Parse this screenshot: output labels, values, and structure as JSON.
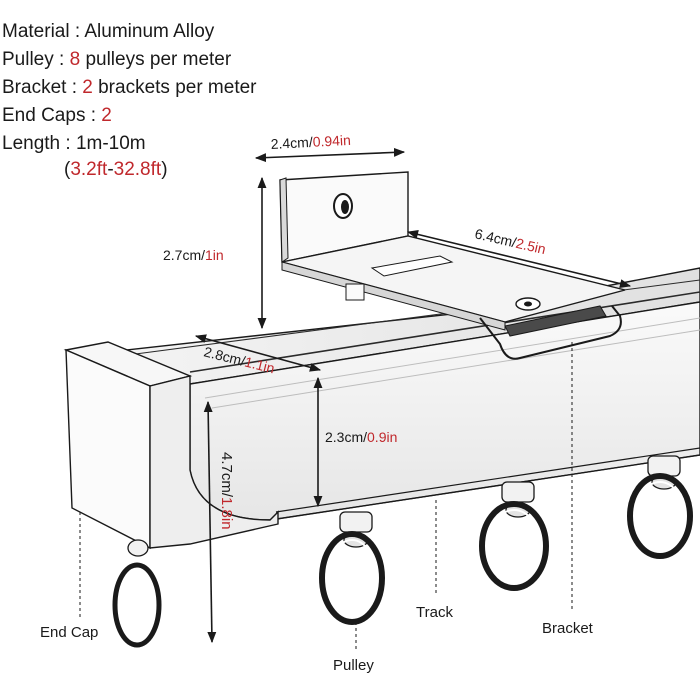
{
  "specs": {
    "material": {
      "label": "Material : ",
      "value": "Aluminum Alloy"
    },
    "pulley": {
      "label": "Pulley : ",
      "count": "8",
      "rest": " pulleys per meter"
    },
    "bracket": {
      "label": "Bracket : ",
      "count": "2",
      "rest": " brackets per meter"
    },
    "end_caps": {
      "label": "End Caps : ",
      "count": "2"
    },
    "length": {
      "label": "Length : ",
      "value": "1m-10m"
    },
    "length_ft": {
      "open": "(",
      "a": "3.2ft",
      "dash": "-",
      "b": "32.8ft",
      "close": ")"
    }
  },
  "dimensions": {
    "bracket_width": {
      "cm": "2.4cm/",
      "in": "0.94in"
    },
    "bracket_height": {
      "cm": "2.7cm/",
      "in": "1in"
    },
    "bracket_length": {
      "cm": "6.4cm/",
      "in": "2.5in"
    },
    "track_top_width": {
      "cm": "2.8cm/",
      "in": "1.1in"
    },
    "track_inner_height": {
      "cm": "2.3cm/",
      "in": "0.9in"
    },
    "track_total_height": {
      "cm": "4.7cm/",
      "in": "1.8in"
    }
  },
  "callouts": {
    "end_cap": "End Cap",
    "pulley": "Pulley",
    "track": "Track",
    "bracket": "Bracket"
  },
  "colors": {
    "accent_red": "#c0282c",
    "line": "#1a1a1a",
    "metal": "#f2f2f2"
  }
}
